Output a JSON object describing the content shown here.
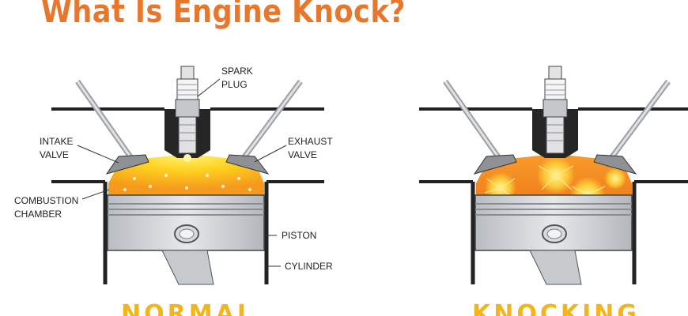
{
  "title": "What Is Engine Knock?",
  "labels": {
    "spark_plug": [
      "SPARK",
      "PLUG"
    ],
    "intake_valve": [
      "INTAKE",
      "VALVE"
    ],
    "exhaust_valve": [
      "EXHAUST",
      "VALVE"
    ],
    "combustion_chamber": [
      "COMBUSTION",
      "CHAMBER"
    ],
    "piston": "PISTON",
    "cylinder": "CYLINDER"
  },
  "captions": {
    "normal": "NORMAL",
    "knocking": "KNOCKING"
  },
  "colors": {
    "title": "#e8772e",
    "caption": "#f3b51c",
    "flame_core": "#ffe14a",
    "flame_edge": "#f5a020",
    "metal": "#cfd2d6",
    "outline": "#222222"
  }
}
